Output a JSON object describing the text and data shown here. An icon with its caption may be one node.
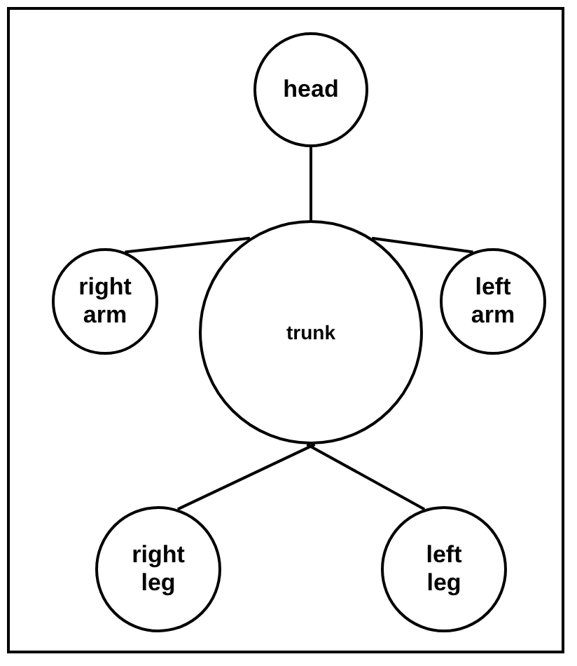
{
  "diagram": {
    "nodes": [
      {
        "text": [
          "head"
        ]
      },
      {
        "text": [
          "right arm"
        ]
      },
      {
        "text": [
          "trunk"
        ]
      },
      {
        "text": [
          "left arm"
        ]
      },
      {
        "text": [
          "right leg"
        ]
      },
      {
        "text": [
          "left leg"
        ]
      }
    ],
    "edges": [
      {
        "from": 0,
        "to": 2,
        "arrow": "none"
      },
      {
        "from": 2,
        "to": 1,
        "arrow": "none"
      },
      {
        "from": 2,
        "to": 3,
        "arrow": "none"
      },
      {
        "from": 2,
        "to": 4,
        "arrow": "none"
      },
      {
        "from": 2,
        "to": 5,
        "arrow": "none"
      }
    ]
  }
}
